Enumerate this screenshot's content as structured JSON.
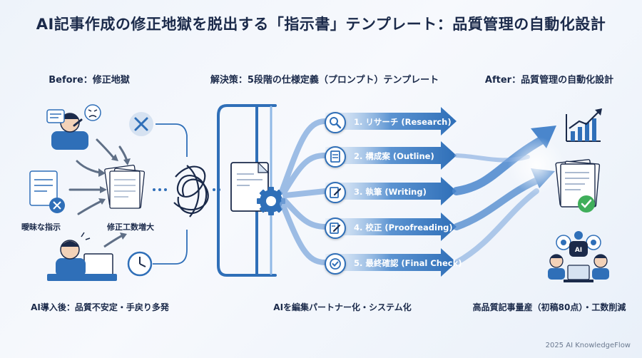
{
  "title": "AI記事作成の修正地獄を脱出する「指示書」テンプレート：品質管理の自動化設計",
  "before": {
    "heading": "Before：修正地獄",
    "label_vague": "曖昧な指示",
    "label_rework": "修正工数増大",
    "caption": "AI導入後：品質不安定・手戻り多発"
  },
  "solution": {
    "heading": "解決策：5段階の仕様定義（プロンプト）テンプレート",
    "caption": "AIを編集パートナー化・システム化",
    "steps": [
      {
        "label": "1. リサーチ (Research)",
        "icon": "search-icon"
      },
      {
        "label": "2. 構成案 (Outline)",
        "icon": "document-icon"
      },
      {
        "label": "3. 執筆 (Writing)",
        "icon": "pen-icon"
      },
      {
        "label": "4. 校正 (Proofreading)",
        "icon": "edit-icon"
      },
      {
        "label": "5. 最終確認 (Final Check)",
        "icon": "check-icon"
      }
    ]
  },
  "after": {
    "heading": "After：品質管理の自動化設計",
    "caption": "高品質記事量産（初稿80点）・工数削減",
    "ai_badge": "AI"
  },
  "footer": "2025 AI KnowledgeFlow",
  "colors": {
    "primary": "#2f6fb8",
    "dark_blue": "#1b2a4a",
    "light_blue": "#8fb8e6",
    "green": "#3fae5a",
    "red_x": "#2f6fb8"
  }
}
